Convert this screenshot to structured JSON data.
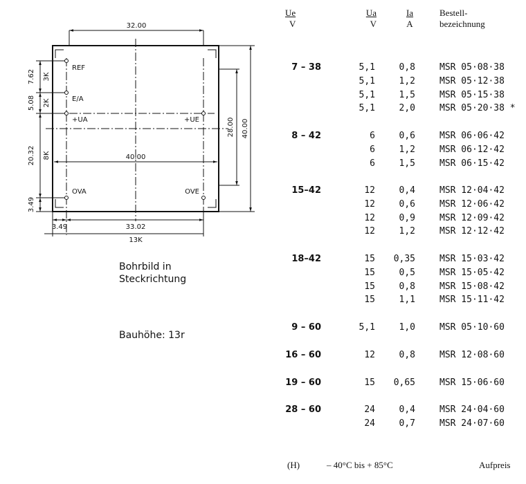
{
  "drawing": {
    "dims": {
      "top_width": "32.00",
      "mid_width": "40.00",
      "right_inner_height": "28.00",
      "right_outer_height": "40.00",
      "left_ref": "7.62",
      "left_ea": "5.08",
      "left_mid": "20.32",
      "left_bottom": "3.49",
      "bottom_left": "3.49",
      "bottom_width": "33.02",
      "bottom_label": "13K"
    },
    "left_codes": {
      "ref": "3K",
      "ea": "2K",
      "mid": "8K"
    },
    "pins": {
      "ref": "REF",
      "ea": "E/A",
      "ua": "+UA",
      "ue": "+UE",
      "ova": "OVA",
      "ove": "OVE"
    }
  },
  "notes": {
    "bohr_line1": "Bohrbild in",
    "bohr_line2": "Steckrichtung",
    "bauhoehe": "Bauhöhe: 13r"
  },
  "table": {
    "headers": {
      "ue": "Ue",
      "ue_unit": "V",
      "ua": "Ua",
      "ua_unit": "V",
      "ia": "Ia",
      "ia_unit": "A",
      "order_line1": "Bestell-",
      "order_line2": "bezeichnung"
    },
    "groups": [
      {
        "range": "7 – 38",
        "rows": [
          {
            "ua": "5,1",
            "ia": "0,8",
            "order": "MSR 05·08·38"
          },
          {
            "ua": "5,1",
            "ia": "1,2",
            "order": "MSR 05·12·38"
          },
          {
            "ua": "5,1",
            "ia": "1,5",
            "order": "MSR 05·15·38"
          },
          {
            "ua": "5,1",
            "ia": "2,0",
            "order": "MSR 05·20·38 *"
          }
        ]
      },
      {
        "range": "8 – 42",
        "rows": [
          {
            "ua": "6",
            "ia": "0,6",
            "order": "MSR 06·06·42"
          },
          {
            "ua": "6",
            "ia": "1,2",
            "order": "MSR 06·12·42"
          },
          {
            "ua": "6",
            "ia": "1,5",
            "order": "MSR 06·15·42"
          }
        ]
      },
      {
        "range": "15–42",
        "rows": [
          {
            "ua": "12",
            "ia": "0,4",
            "order": "MSR 12·04·42"
          },
          {
            "ua": "12",
            "ia": "0,6",
            "order": "MSR 12·06·42"
          },
          {
            "ua": "12",
            "ia": "0,9",
            "order": "MSR 12·09·42"
          },
          {
            "ua": "12",
            "ia": "1,2",
            "order": "MSR 12·12·42"
          }
        ]
      },
      {
        "range": "18–42",
        "rows": [
          {
            "ua": "15",
            "ia": "0,35",
            "order": "MSR 15·03·42"
          },
          {
            "ua": "15",
            "ia": "0,5",
            "order": "MSR 15·05·42"
          },
          {
            "ua": "15",
            "ia": "0,8",
            "order": "MSR 15·08·42"
          },
          {
            "ua": "15",
            "ia": "1,1",
            "order": "MSR 15·11·42"
          }
        ]
      },
      {
        "range": "9 – 60",
        "rows": [
          {
            "ua": "5,1",
            "ia": "1,0",
            "order": "MSR 05·10·60"
          }
        ]
      },
      {
        "range": "16 – 60",
        "rows": [
          {
            "ua": "12",
            "ia": "0,8",
            "order": "MSR 12·08·60"
          }
        ]
      },
      {
        "range": "19 – 60",
        "rows": [
          {
            "ua": "15",
            "ia": "0,65",
            "order": "MSR 15·06·60"
          }
        ]
      },
      {
        "range": "28 – 60",
        "rows": [
          {
            "ua": "24",
            "ia": "0,4",
            "order": "MSR 24·04·60"
          },
          {
            "ua": "24",
            "ia": "0,7",
            "order": "MSR 24·07·60"
          }
        ]
      }
    ]
  },
  "footer": {
    "code": "(H)",
    "temp": "– 40°C bis + 85°C",
    "price": "Aufpreis"
  }
}
